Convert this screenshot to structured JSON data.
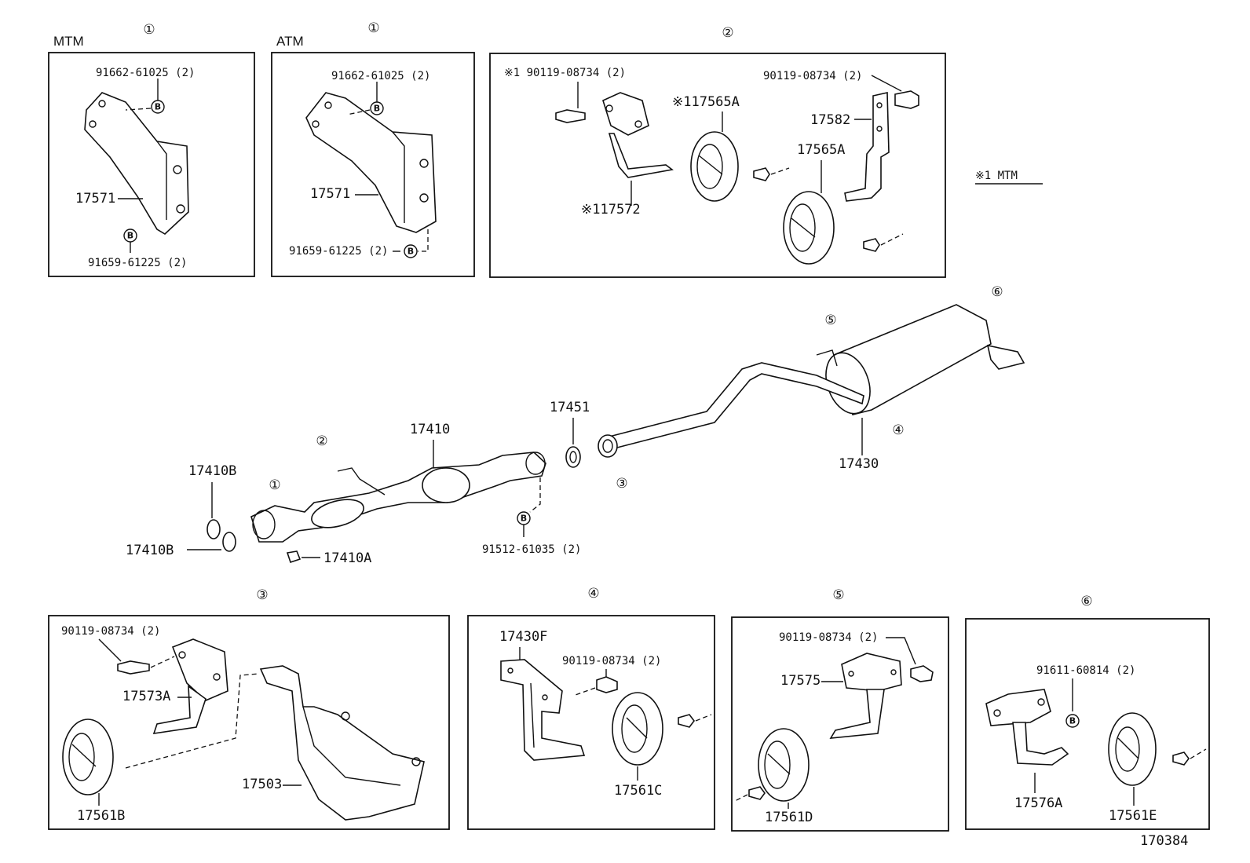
{
  "headers": {
    "mtm": "MTM",
    "atm": "ATM"
  },
  "callouts": {
    "c1": "①",
    "c2": "②",
    "c3": "③",
    "c4": "④",
    "c5": "⑤",
    "c6": "⑥"
  },
  "bolt_mark": "B",
  "box1_mtm": {
    "bolt_top": "91662-61025 (2)",
    "bracket": "17571",
    "bolt_bottom": "91659-61225 (2)"
  },
  "box1_atm": {
    "bolt_top": "91662-61025 (2)",
    "bracket": "17571",
    "bolt_bottom": "91659-61225 (2)"
  },
  "box2": {
    "note_bolt": "※1 90119-08734 (2)",
    "bolt_right": "90119-08734 (2)",
    "insulator_a": "※117565A",
    "support_right": "17582",
    "insulator_b": "17565A",
    "support_left": "※117572",
    "note": "※1 MTM"
  },
  "main": {
    "pipe_front": "17410",
    "gasket": "17451",
    "gasket_b_top": "17410B",
    "gasket_b_bottom": "17410B",
    "nut": "17410A",
    "bolt": "91512-61035 (2)",
    "tail_pipe": "17430"
  },
  "box3": {
    "bolt": "90119-08734 (2)",
    "support": "17573A",
    "insulator": "17561B",
    "bracket": "17503"
  },
  "box4": {
    "support": "17430F",
    "bolt": "90119-08734 (2)",
    "insulator": "17561C"
  },
  "box5": {
    "bolt": "90119-08734 (2)",
    "support": "17575",
    "insulator": "17561D"
  },
  "box6": {
    "bolt": "91611-60814 (2)",
    "support": "17576A",
    "insulator": "17561E"
  },
  "figure_number": "170384"
}
